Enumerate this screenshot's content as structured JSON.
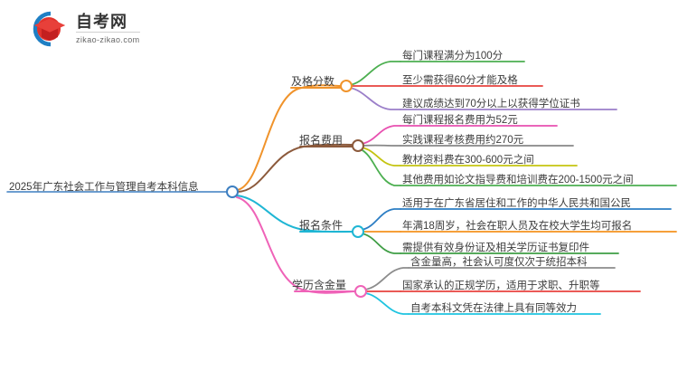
{
  "logo": {
    "name_cn": "自考网",
    "url": "zikao-zikao.com",
    "mark_icon": "graduation-cap-icon",
    "swoosh_color": "#1f7fc4",
    "cap_color": "#e0322c"
  },
  "mindmap": {
    "root": {
      "label": "2025年广东社会工作与管理自考本科信息",
      "underline_color": "#3d7fc1",
      "connector_color": "#3d7fc1"
    },
    "branches": [
      {
        "label": "及格分数",
        "color": "#f0932b",
        "underline_color": "#f0932b",
        "leaves": [
          {
            "label": "每门课程满分为100分",
            "color": "#4caf50"
          },
          {
            "label": "至少需获得60分才能及格",
            "color": "#e8433f"
          },
          {
            "label": "建议成绩达到70分以上以获得学位证书",
            "color": "#9b7fc9"
          }
        ]
      },
      {
        "label": "报名费用",
        "color": "#8c5a3c",
        "underline_color": "#8c5a3c",
        "leaves": [
          {
            "label": "每门课程报名费用为52元",
            "color": "#e850b0"
          },
          {
            "label": "实践课程考核费用约270元",
            "color": "#888888"
          },
          {
            "label": "教材资料费在300-600元之间",
            "color": "#c4c410"
          },
          {
            "label": "其他费用如论文指导费和培训费在200-1500元之间",
            "color": "#4caf50"
          }
        ]
      },
      {
        "label": "报名条件",
        "color": "#1fb6d4",
        "underline_color": "#1fb6d4",
        "leaves": [
          {
            "label": "适用于在广东省居住和工作的中华人民共和国公民",
            "color": "#2d7ec4"
          },
          {
            "label": "年满18周岁，社会在职人员及在校大学生均可报名",
            "color": "#f5921e"
          },
          {
            "label": "需提供有效身份证及相关学历证书复印件",
            "color": "#3f9e45"
          }
        ]
      },
      {
        "label": "学历含金量",
        "color": "#ef63b8",
        "underline_color": "#ef63b8",
        "leaves": [
          {
            "label": "含金量高，社会认可度仅次于统招本科",
            "color": "#8c8c8c"
          },
          {
            "label": "国家承认的正规学历，适用于求职、升职等",
            "color": "#e8433f"
          },
          {
            "label": "自考本科文凭在法律上具有同等效力",
            "color": "#1fc4e0"
          }
        ]
      }
    ]
  }
}
